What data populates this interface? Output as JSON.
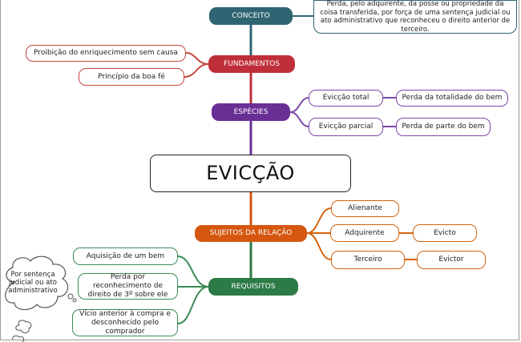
{
  "center": "EVICÇÃO",
  "conceito": {
    "label": "CONCEITO",
    "text": "Perda, pelo adquirente, da posse ou propriedade da coisa transferida, por força de uma sentença judicial ou ato administrativo que reconheceu o direito anterior de terceiro."
  },
  "fundamentos": {
    "label": "FUNDAMENTOS",
    "items": [
      "Proibição do enriquecimento sem causa",
      "Princípio da boa fé"
    ]
  },
  "especies": {
    "label": "ESPÉCIES",
    "items": [
      {
        "label": "Evicção total",
        "detail": "Perda da totalidade do bem"
      },
      {
        "label": "Evicção parcial",
        "detail": "Perda de parte do bem"
      }
    ]
  },
  "sujeitos": {
    "label": "SUJEITOS DA RELAÇÃO",
    "items": [
      {
        "label": "Alienante",
        "detail": ""
      },
      {
        "label": "Adquirente",
        "detail": "Evicto"
      },
      {
        "label": "Terceiro",
        "detail": "Evictor"
      }
    ]
  },
  "requisitos": {
    "label": "REQUISITOS",
    "items": [
      "Aquisição de um bem",
      "Perda por reconhecimento de direito de 3º sobre ele",
      "Vício anterior à compra e desconhecido pelo comprador"
    ],
    "note": "Por sentença judicial ou ato administrativo"
  },
  "colors": {
    "conceito": "#2f6472",
    "fundamentos": "#bf2f3a",
    "especies": "#6a2f95",
    "sujeitos": "#d4560f",
    "requisitos": "#2c7a46"
  }
}
